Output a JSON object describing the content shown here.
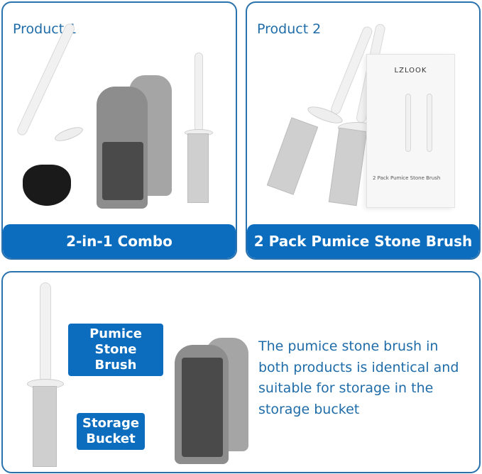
{
  "product1": {
    "title": "Product 1",
    "banner": "2-in-1 Combo"
  },
  "product2": {
    "title": "Product 2",
    "banner": "2 Pack Pumice Stone Brush",
    "box_brand": "LZLOOK",
    "box_label": "2 Pack Pumice Stone Brush"
  },
  "bottom": {
    "callout_brush": "Pumice Stone Brush",
    "callout_bucket": "Storage Bucket",
    "description": "The pumice stone brush in both products is identical and suitable for storage in the storage bucket"
  },
  "colors": {
    "accent": "#0c6dbf",
    "border": "#2a72ad",
    "title_text": "#1f6ca8"
  }
}
